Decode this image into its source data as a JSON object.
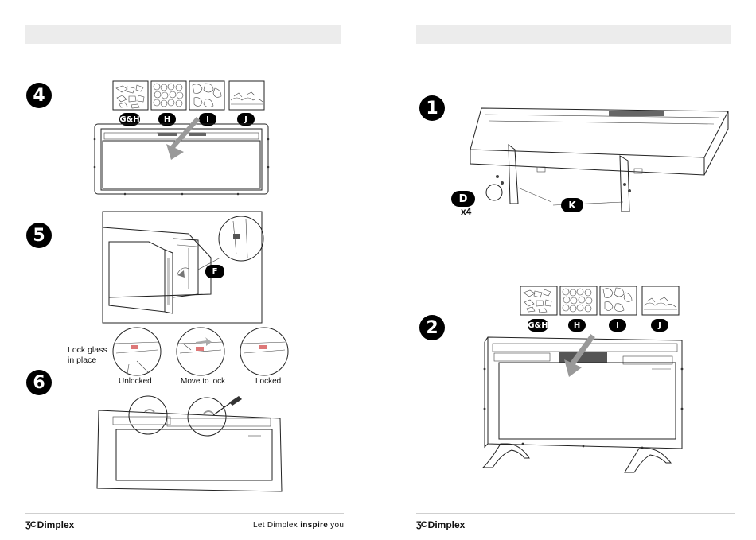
{
  "left_page": {
    "steps": [
      "4",
      "5",
      "6"
    ],
    "fuel_badges": [
      "G&H",
      "H",
      "I",
      "J"
    ],
    "glass_badge": "F",
    "lock_instruction": "Lock glass\nin place",
    "lock_states": [
      "Unlocked",
      "Move to lock",
      "Locked"
    ],
    "brand": "Dimplex",
    "brand_mark": "ƷC",
    "tagline_prefix": "Let Dimplex ",
    "tagline_bold": "inspire",
    "tagline_suffix": " you"
  },
  "right_page": {
    "steps": [
      "1",
      "2"
    ],
    "part_badges": [
      "D",
      "K"
    ],
    "part_quantity": "x4",
    "fuel_badges": [
      "G&H",
      "H",
      "I",
      "J"
    ],
    "brand": "Dimplex",
    "brand_mark": "ƷC"
  }
}
